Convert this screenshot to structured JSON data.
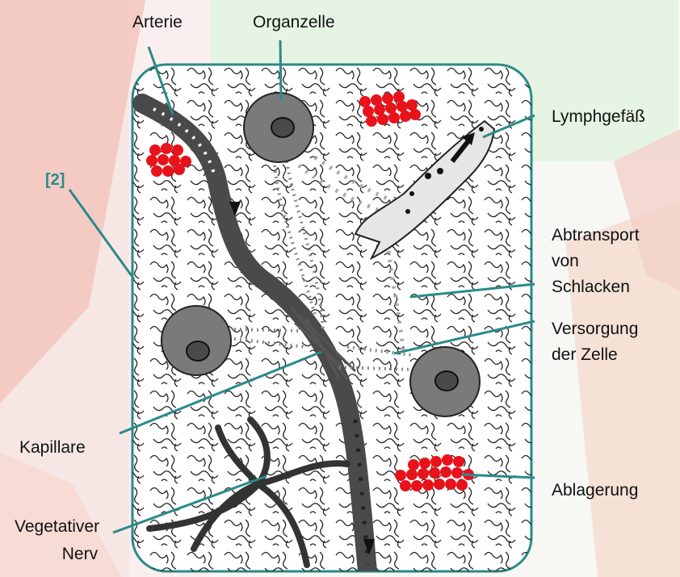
{
  "labels": {
    "arterie": "Arterie",
    "organzelle": "Organzelle",
    "lymphgefaess": "Lymphgefäß",
    "abtransport": [
      "Abtransport",
      "von",
      "Schlacken"
    ],
    "versorgung": [
      "Versorgung",
      "der Zelle"
    ],
    "kapillare": "Kapillare",
    "ablagerung": "Ablagerung",
    "nerv": [
      "Vegetativer",
      "Nerv"
    ],
    "reference": "[2]"
  },
  "colors": {
    "frame": "#2a8a8a",
    "leader_lines": "#2a8a8a",
    "deposits": "#e8121a",
    "cell": "#7a7a7a",
    "vessel": "#4a4a4a",
    "background_green": "#e6f5e3",
    "background_red": "#f3c9c1"
  }
}
